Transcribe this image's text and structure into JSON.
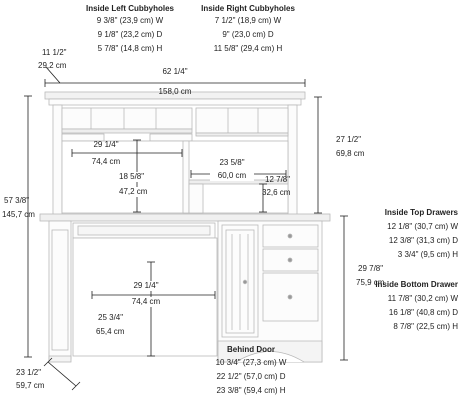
{
  "figure": {
    "inside_left_cubbyholes": {
      "heading": "Inside Left Cubbyholes",
      "w": "9 3/8\" (23,9 cm) W",
      "d": "9 1/8\" (23,2 cm) D",
      "h": "5 7/8\" (14,8 cm) H"
    },
    "inside_right_cubbyholes": {
      "heading": "Inside Right Cubbyholes",
      "w": "7 1/2\" (18,9 cm) W",
      "d": "9\" (23,0 cm) D",
      "h": "11 5/8\" (29,4 cm) H"
    },
    "hutch_depth": {
      "imperial": "11 1/2\"",
      "metric": "29,2 cm"
    },
    "overall_width": {
      "imperial": "62 1/4\"",
      "metric": "158,0 cm"
    },
    "hutch_height": {
      "imperial": "27 1/2\"",
      "metric": "69,8 cm"
    },
    "hutch_inner_width": {
      "imperial": "29 1/4\"",
      "metric": "74,4 cm"
    },
    "hutch_inner_height": {
      "imperial": "18 5/8\"",
      "metric": "47,2 cm"
    },
    "shelf_width": {
      "imperial": "23 5/8\"",
      "metric": "60,0 cm"
    },
    "shelf_height": {
      "imperial": "12 7/8\"",
      "metric": "32,6 cm"
    },
    "overall_height": {
      "imperial": "57 3/8\"",
      "metric": "145,7 cm"
    },
    "desk_height": {
      "imperial": "29 7/8\"",
      "metric": "75,9 cm"
    },
    "kneehole_width": {
      "imperial": "29 1/4\"",
      "metric": "74,4 cm"
    },
    "kneehole_height": {
      "imperial": "25 3/4\"",
      "metric": "65,4 cm"
    },
    "desk_depth": {
      "imperial": "23 1/2\"",
      "metric": "59,7 cm"
    },
    "inside_top_drawers": {
      "heading": "Inside Top Drawers",
      "w": "12 1/8\" (30,7 cm) W",
      "d": "12 3/8\" (31,3 cm) D",
      "h": "3 3/4\" (9,5 cm) H"
    },
    "inside_bottom_drawer": {
      "heading": "Inside Bottom Drawer",
      "w": "11 7/8\" (30,2 cm) W",
      "d": "16 1/8\" (40,8 cm) D",
      "h": "8 7/8\" (22,5 cm) H"
    },
    "behind_door": {
      "heading": "Behind Door",
      "w": "10 3/4\" (27,3 cm) W",
      "d": "22 1/2\" (57,0 cm) D",
      "h": "23 3/8\" (59,4 cm) H"
    }
  }
}
